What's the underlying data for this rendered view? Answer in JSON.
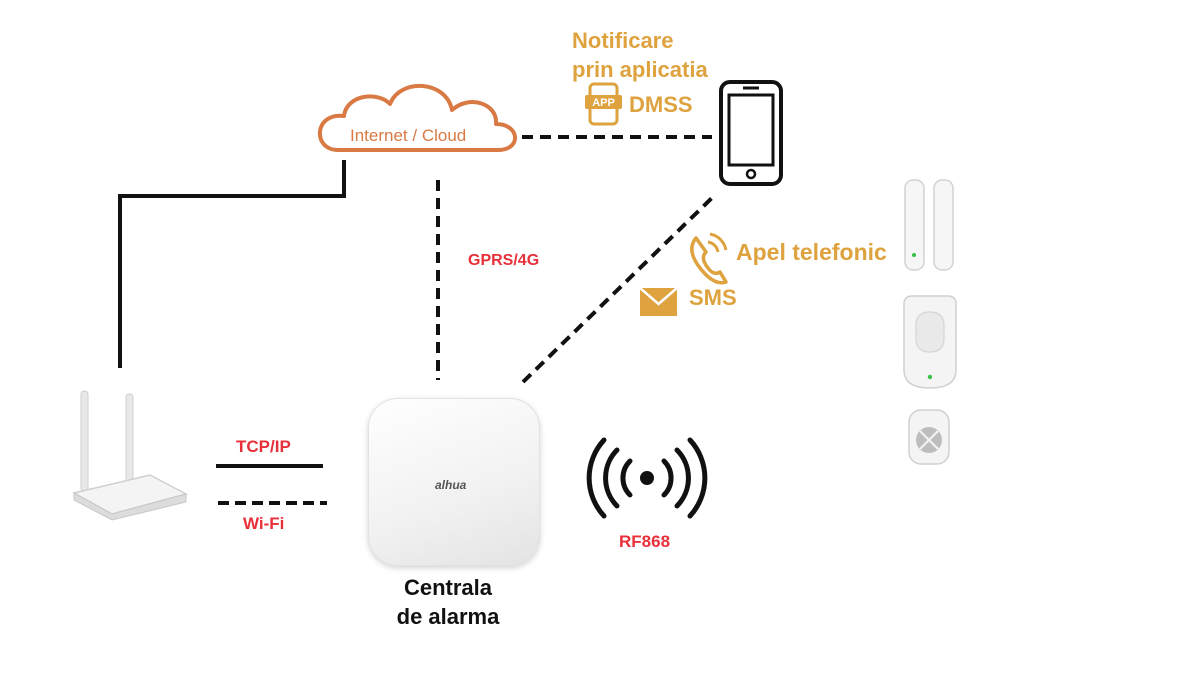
{
  "labels": {
    "notificare_line1": "Notificare",
    "notificare_line2": "prin aplicatia",
    "dmss": "DMSS",
    "app_badge": "APP",
    "cloud": "Internet / Cloud",
    "apel": "Apel telefonic",
    "sms": "SMS",
    "gprs": "GPRS/4G",
    "tcpip": "TCP/IP",
    "wifi": "Wi-Fi",
    "rf": "RF868",
    "centrala_line1": "Centrala",
    "centrala_line2": "de alarma",
    "hub_logo": "alhua",
    "device_logo": "alhua"
  },
  "colors": {
    "orange": "#dea23f",
    "red": "#e8303a",
    "cloud_outline": "#d97a45",
    "line": "#111111"
  },
  "icons": [
    "cloud-icon",
    "smartphone-icon",
    "app-icon",
    "phone-call-icon",
    "envelope-icon",
    "router-icon",
    "rf-signal-icon",
    "door-sensor-icon",
    "motion-detector-icon",
    "key-fob-icon"
  ]
}
